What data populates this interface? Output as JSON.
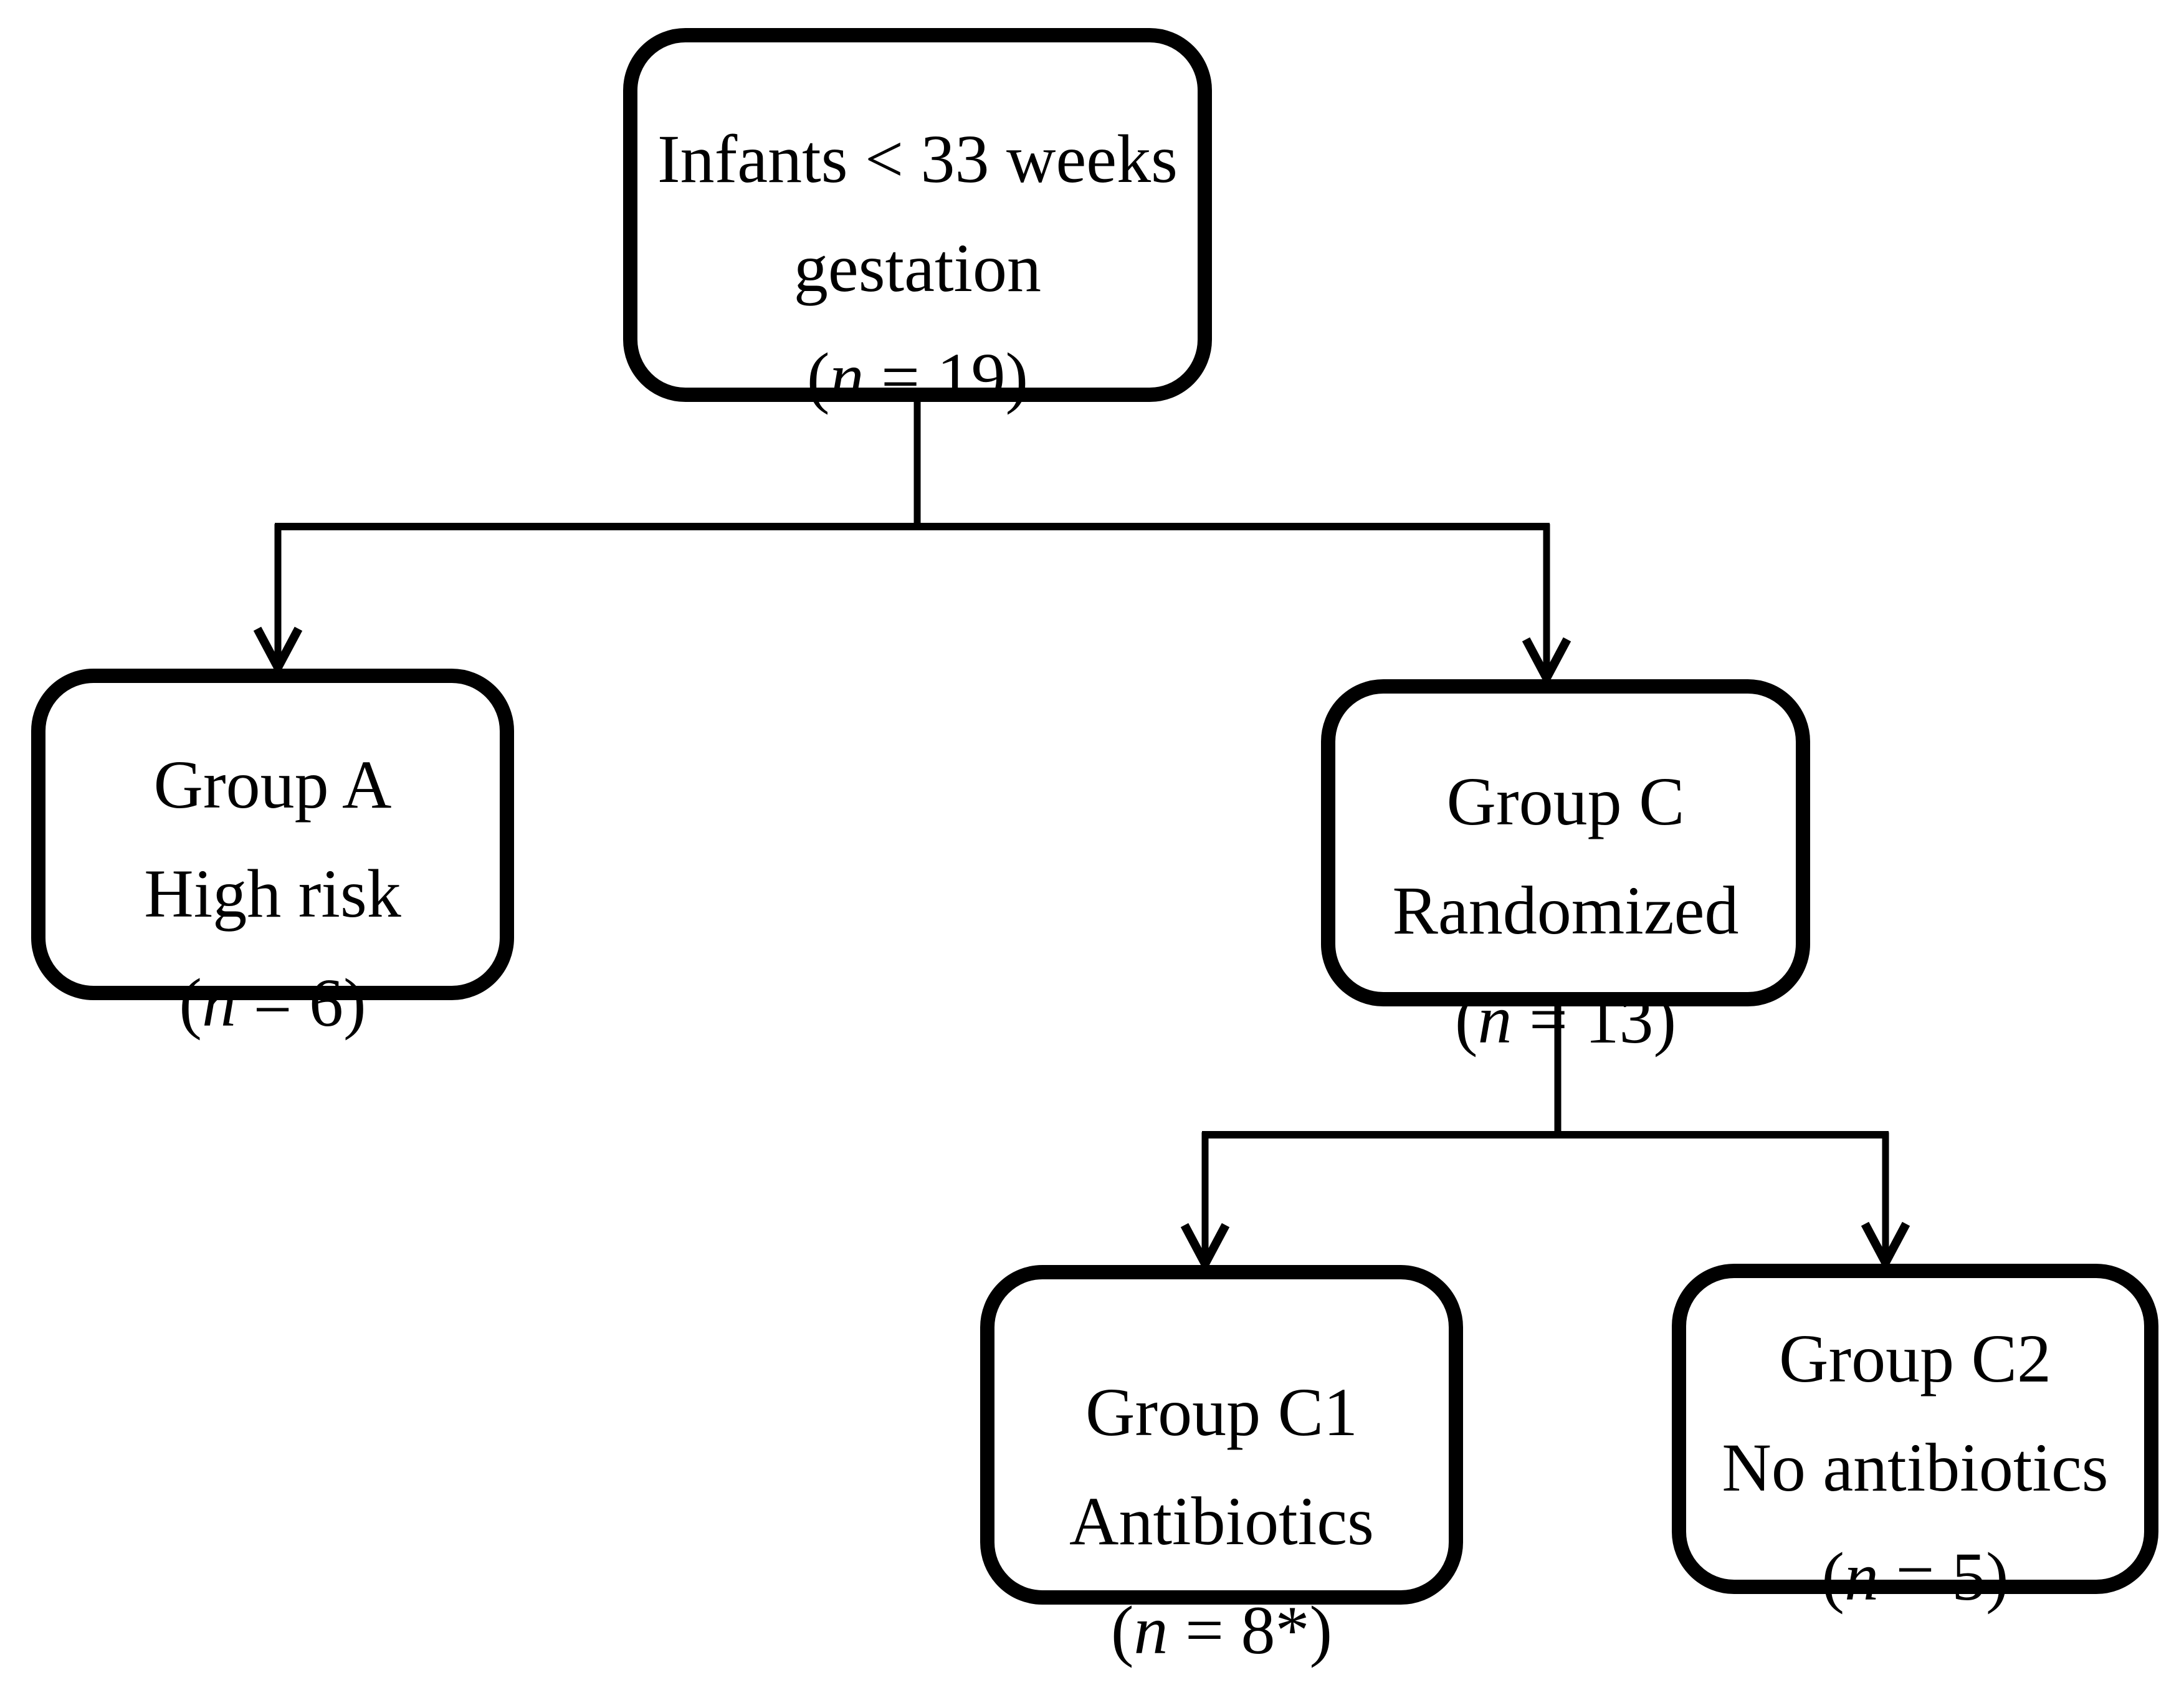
{
  "diagram": {
    "type": "flowchart",
    "background_color": "#ffffff",
    "line_color": "#000000",
    "text_color": "#000000",
    "nodes": [
      {
        "id": "infants",
        "title": "Infants < 33 weeks",
        "subtitle": "gestation",
        "count": {
          "pre": "(",
          "var": "n",
          "post": " = 19)"
        }
      },
      {
        "id": "group-a",
        "title": "Group A",
        "subtitle": "High risk",
        "count": {
          "pre": "(",
          "var": "n",
          "post": " = 6)"
        }
      },
      {
        "id": "group-c",
        "title": "Group C",
        "subtitle": "Randomized",
        "count": {
          "pre": "(",
          "var": "n",
          "post": " = 13)"
        }
      },
      {
        "id": "group-c1",
        "title": "Group C1",
        "subtitle": "Antibiotics",
        "count": {
          "pre": "(",
          "var": "n",
          "post": " = 8*)"
        }
      },
      {
        "id": "group-c2",
        "title": "Group C2",
        "subtitle": "No antibiotics",
        "count": {
          "pre": "(",
          "var": "n",
          "post": " = 5)"
        }
      }
    ],
    "edges": [
      {
        "from": "infants",
        "to": "group-a"
      },
      {
        "from": "infants",
        "to": "group-c"
      },
      {
        "from": "group-c",
        "to": "group-c1"
      },
      {
        "from": "group-c",
        "to": "group-c2"
      }
    ]
  }
}
